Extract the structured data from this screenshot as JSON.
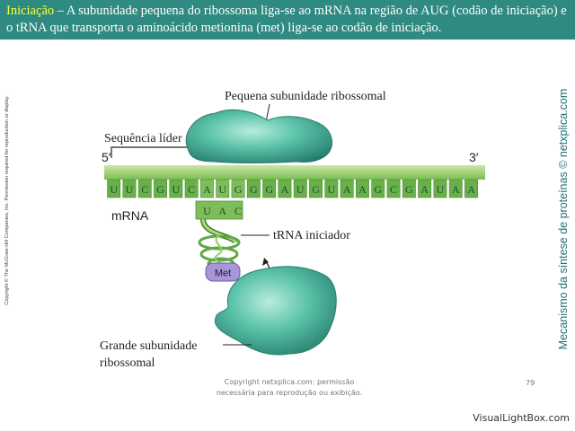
{
  "header": {
    "highlight": "Iniciação",
    "text": " – A subunidade pequena do ribossoma liga-se ao mRNA na região de AUG (codão de iniciação) e o tRNA que transporta o aminoácido metionina (met) liga-se ao codão de iniciação."
  },
  "side_copyright": "Copyright © The McGraw-Hill Companies, Inc. Permission required for reproduction or display.",
  "side_title": "Mecanismo da síntese de proteínas © netxplica.com",
  "diagram": {
    "small_subunit_label": "Pequena subunidade ribossomal",
    "leader_label": "Sequência líder",
    "five_prime": "5′",
    "three_prime": "3′",
    "mrna_label": "mRNA",
    "mrna_bases": [
      "U",
      "U",
      "C",
      "G",
      "U",
      "C",
      "A",
      "U",
      "G",
      "G",
      "G",
      "A",
      "U",
      "G",
      "U",
      "A",
      "A",
      "G",
      "C",
      "G",
      "A",
      "U",
      "A",
      "A"
    ],
    "anticodon": [
      "U",
      "A",
      "C"
    ],
    "trna_label": "tRNA iniciador",
    "met_label": "Met",
    "large_subunit_label_line1": "Grande subunidade",
    "large_subunit_label_line2": "ribossomal"
  },
  "footer": {
    "line1": "Copyright netxplica.com: permissão",
    "line2": "necessária para reprodução ou exibição.",
    "page": "79"
  },
  "watermark": "VisualLightBox.com",
  "colors": {
    "header_bg": "#2f8a82",
    "highlight": "#ffff33",
    "ribosome": "#3fae98",
    "mrna_backbone": "#9ccc6e",
    "nucleotide": "#67b04a",
    "met": "#a896d8"
  }
}
